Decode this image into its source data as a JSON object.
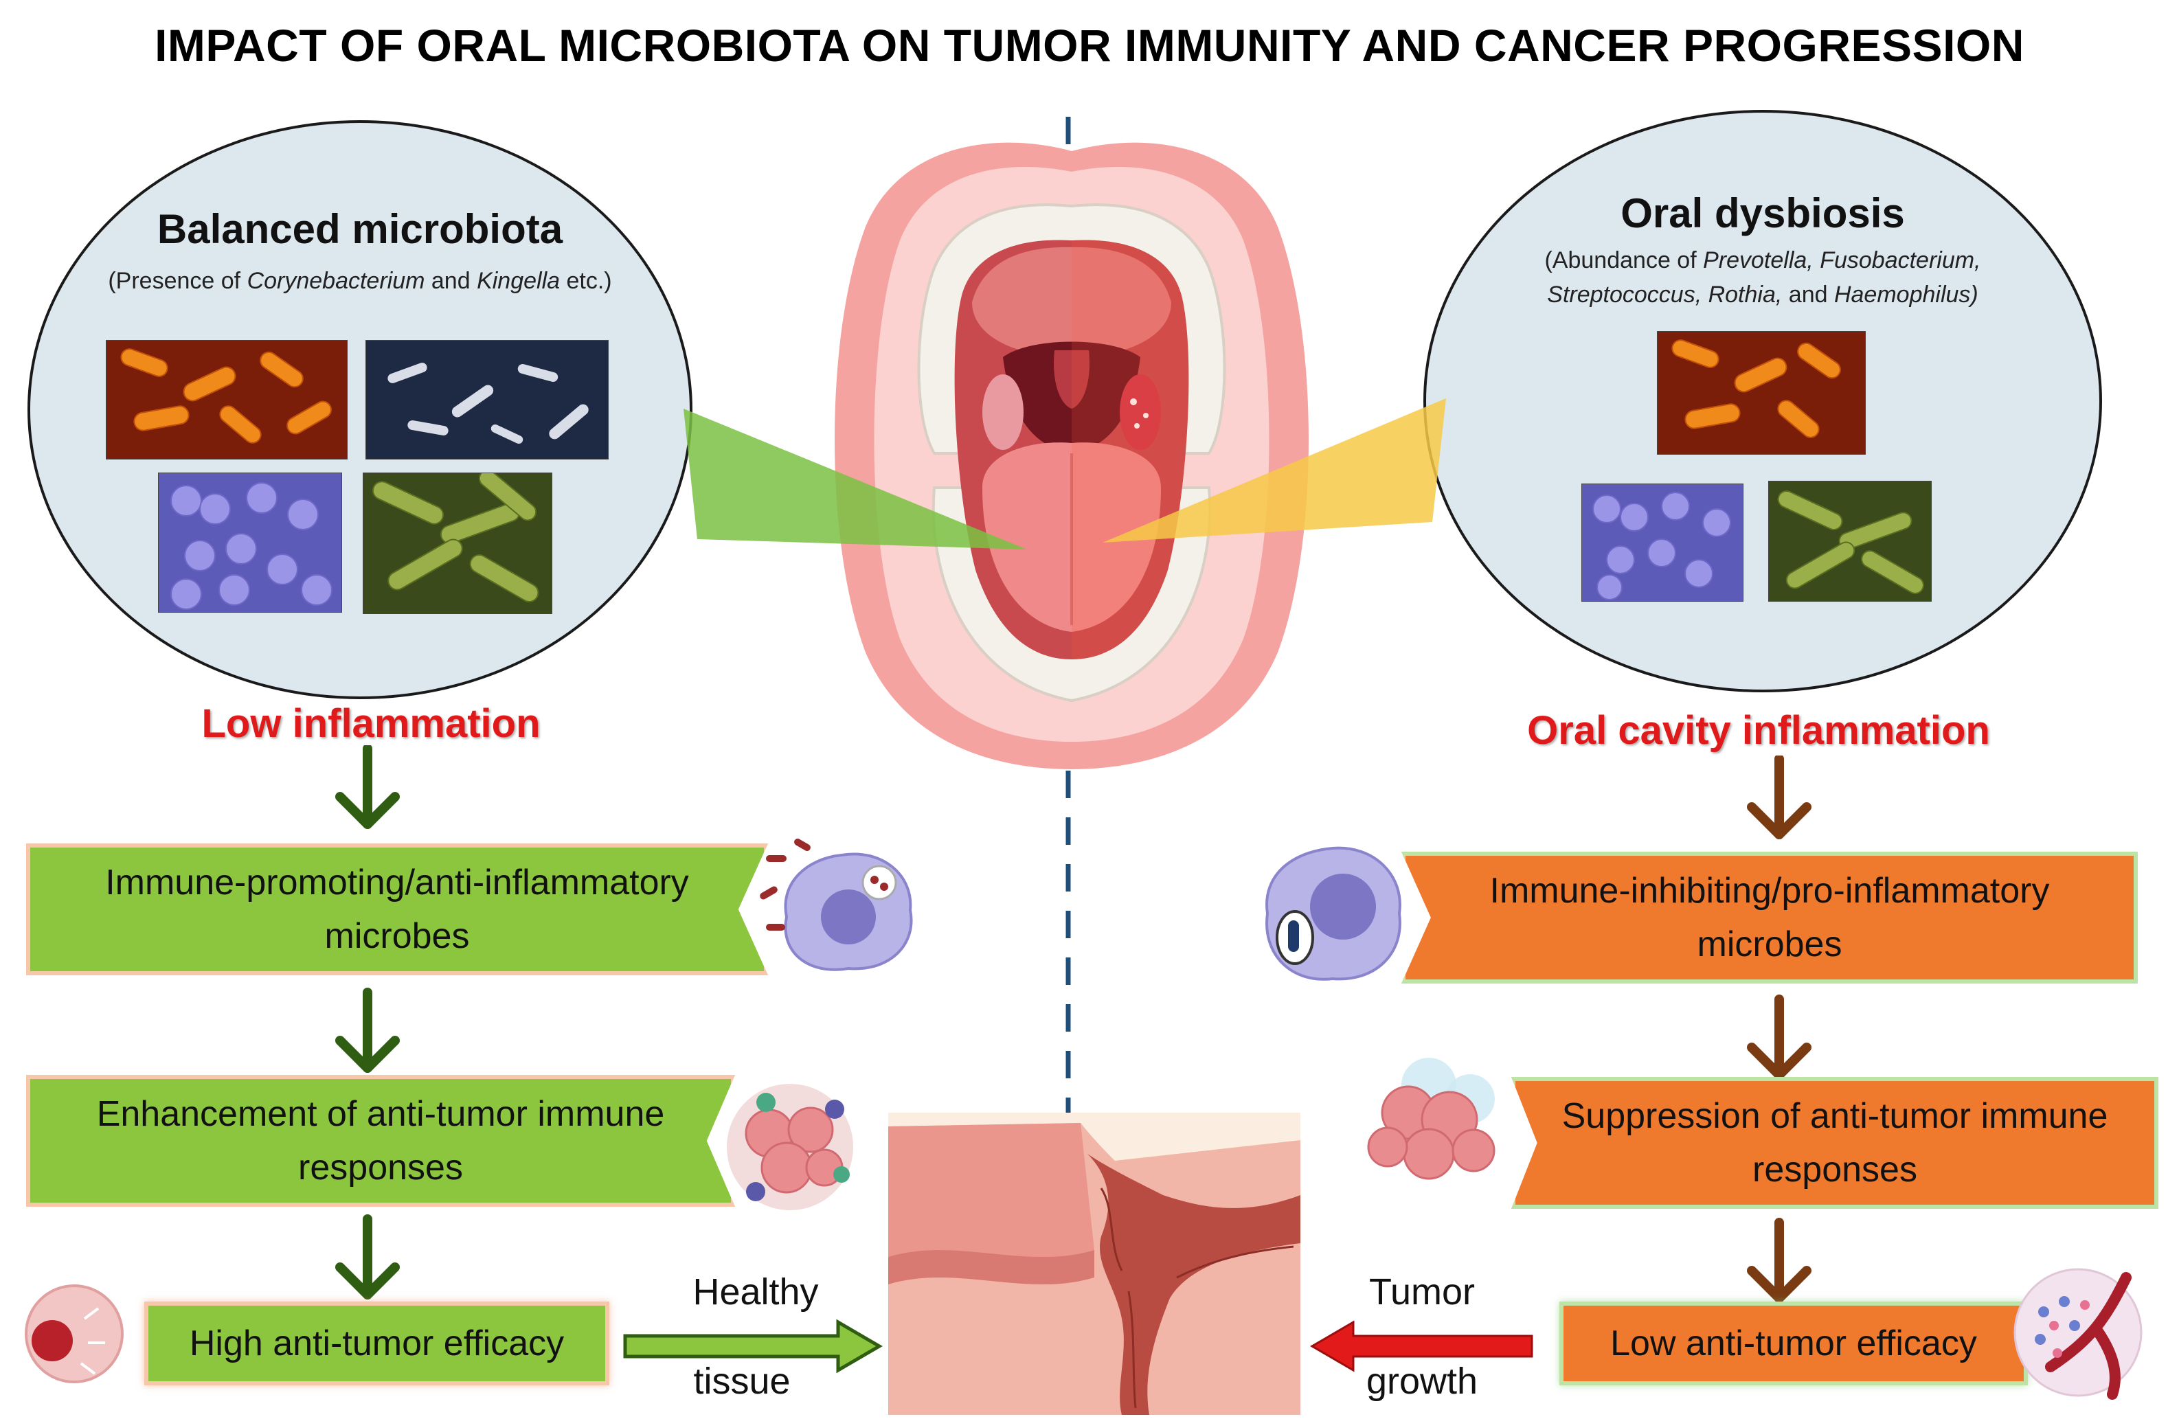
{
  "title": "IMPACT OF ORAL MICROBIOTA ON TUMOR IMMUNITY AND CANCER PROGRESSION",
  "left": {
    "circle_title": "Balanced microbiota",
    "circle_sub": {
      "prefix": "(Presence of ",
      "genus1": "Corynebacterium",
      "middle": " and ",
      "genus2": "Kingella",
      "suffix": " etc.)"
    },
    "heading": "Low inflammation",
    "box1": "Immune-promoting/anti-inflammatory microbes",
    "box2": "Enhancement of anti-tumor immune responses",
    "box3": "High anti-tumor efficacy",
    "arrow_top": "Healthy",
    "arrow_bottom": "tissue"
  },
  "right": {
    "circle_title": "Oral dysbiosis",
    "circle_sub_line1": {
      "prefix": "(Abundance of ",
      "genera": "Prevotella, Fusobacterium,"
    },
    "circle_sub_line2": {
      "genera": "Streptococcus, Rothia, ",
      "middle": "and",
      "last": " Haemophilus)"
    },
    "heading": "Oral cavity inflammation",
    "box1": "Immune-inhibiting/pro-inflammatory microbes",
    "box2": "Suppression of anti-tumor immune responses",
    "box3": "Low anti-tumor efficacy",
    "arrow_top": "Tumor",
    "arrow_bottom": "growth"
  },
  "colors": {
    "green_box": "#8cc63f",
    "orange_box": "#ef7a2e",
    "green_arrow": "#2f5e12",
    "brown_arrow": "#7a3b12",
    "heading_red": "#e01a1a",
    "divider": "#1f4e79"
  }
}
